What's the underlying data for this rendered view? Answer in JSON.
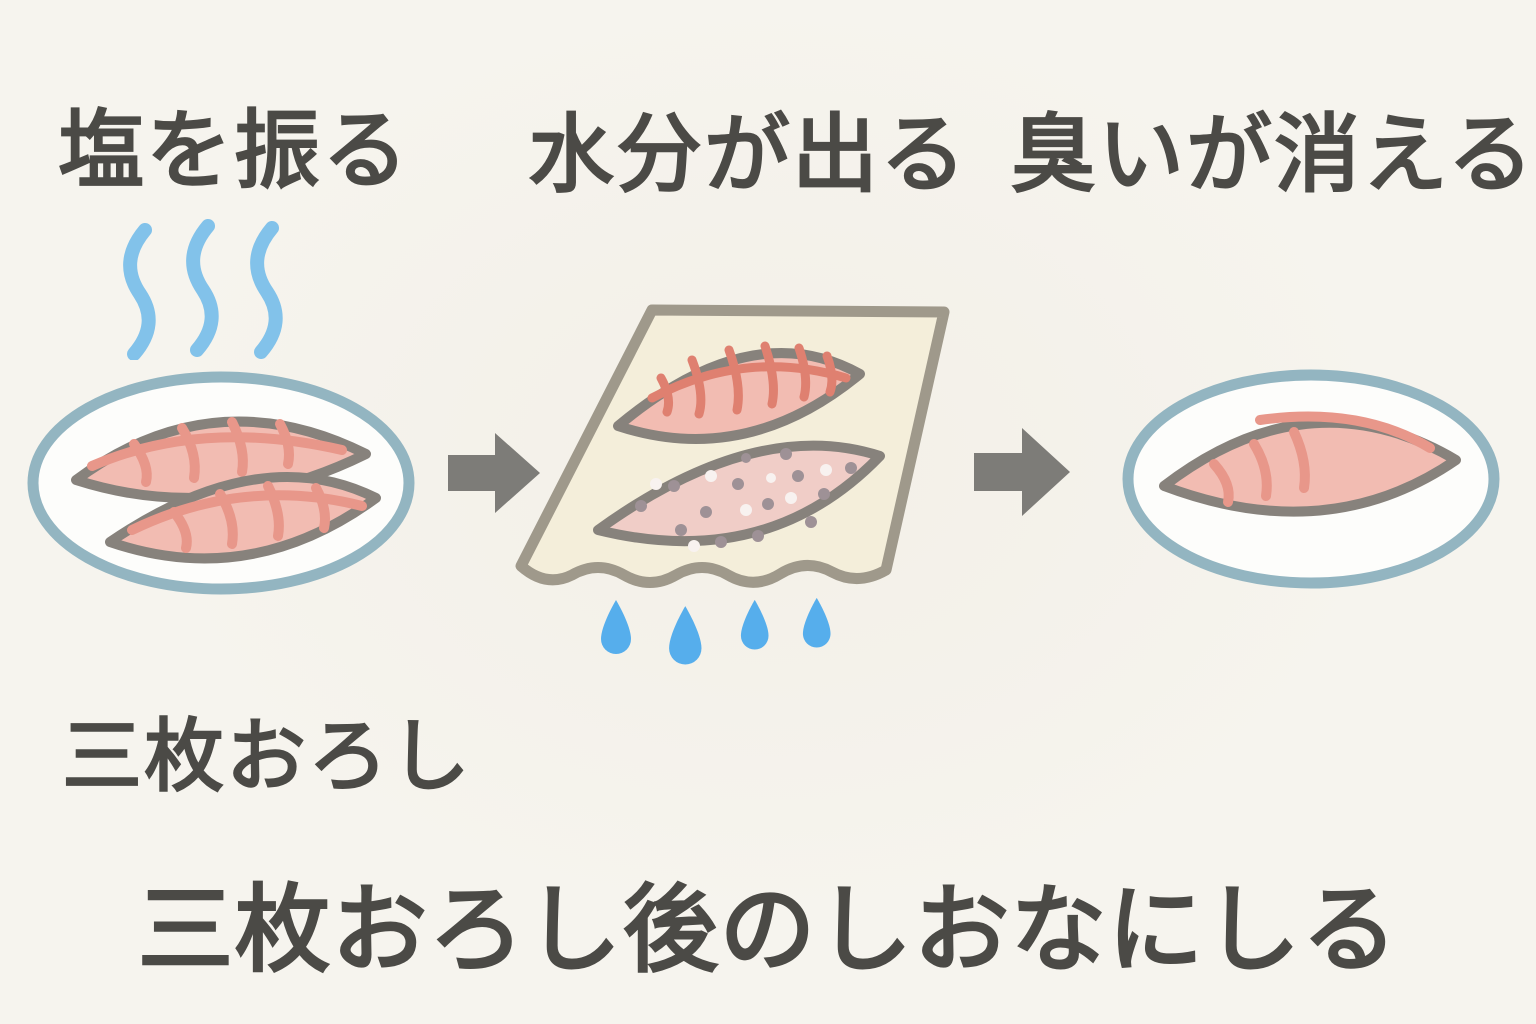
{
  "title": "三枚おろし後のしおなにしる",
  "stage_note": "三枚おろし",
  "steps": [
    {
      "label": "塩を振る",
      "illustration": "two-fish-fillets-on-plate-with-smell-lines"
    },
    {
      "label": "水分が出る",
      "illustration": "salted-fillets-on-paper-towel-dripping-water"
    },
    {
      "label": "臭いが消える",
      "illustration": "single-fish-fillet-on-plate"
    }
  ],
  "icons": {
    "steam": "smell-steam-lines",
    "arrow": "arrow-right",
    "drops": "water-drops"
  },
  "colors": {
    "background": "#f6f4ee",
    "text": "#4b4a46",
    "steam_blue": "#82c2ea",
    "drop_blue": "#56aeec",
    "plate_rim": "#93b5c1",
    "plate_fill": "#fdfdfb",
    "fish_fill": "#f2bcb2",
    "fish_stripe": "#e8978a",
    "fish_stripe_strong": "#df8070",
    "fish_outline": "#87827c",
    "salted_fish_fill": "#f0cdc7",
    "salt_dot_gray": "#9e9196",
    "salt_dot_white": "#f8f2f0",
    "paper_fill": "#f4eeda",
    "paper_border": "#9f998b",
    "arrow_gray": "#7d7c78"
  }
}
